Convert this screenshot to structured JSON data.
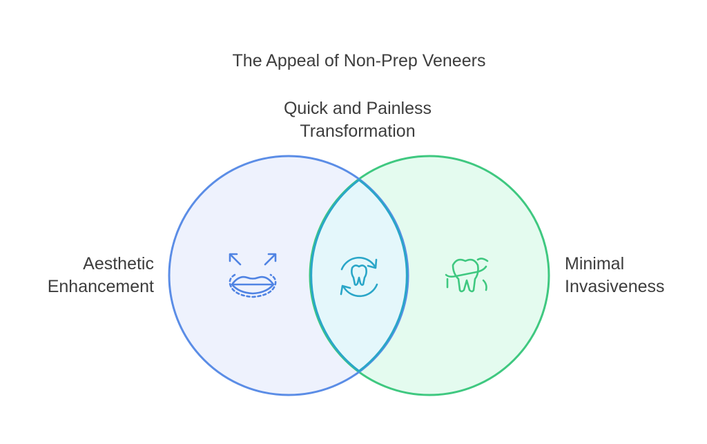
{
  "title": "The Appeal of Non-Prep Veneers",
  "sets": {
    "top": {
      "line1": "Quick and Painless",
      "line2": "Transformation"
    },
    "left": {
      "line1": "Aesthetic",
      "line2": "Enhancement"
    },
    "right": {
      "line1": "Minimal",
      "line2": "Invasiveness"
    }
  },
  "icons": {
    "left": "lips-expand-icon",
    "center": "tooth-refresh-icon",
    "right": "tooth-floss-icon"
  },
  "colors": {
    "left_stroke": "#5b8de6",
    "left_fill": "#eef2fd",
    "right_stroke": "#3fc880",
    "right_fill": "#e4fbef",
    "overlap_fill": "#e4f7fb",
    "overlap_stroke": "#2aa6c8",
    "text": "#3d3d3d"
  }
}
